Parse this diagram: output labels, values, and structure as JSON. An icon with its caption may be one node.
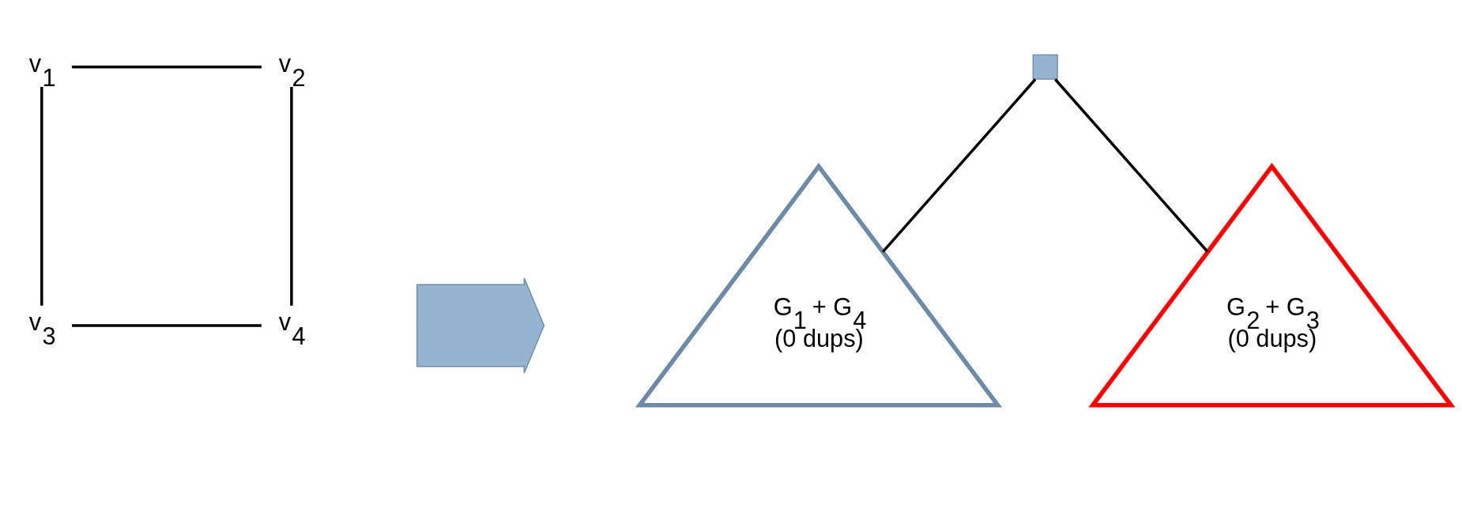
{
  "diagram": {
    "nodes": [
      {
        "text": [
          "v$_{1}$"
        ]
      },
      {
        "text": [
          "v$_{2}$"
        ]
      },
      {
        "text": [
          "v$_{3}$"
        ]
      },
      {
        "text": [
          "v$_{4}$"
        ]
      },
      {
        "text": [],
        "shape": "box"
      },
      {
        "text": [
          "G$_{1}$ + G$_{4}$ (0 dups)"
        ]
      },
      {
        "text": [
          "G$_{2}$ + G$_{3}$ (0 dups)"
        ]
      },
      {
        "text": [],
        "shape": "arrow"
      }
    ],
    "edges": [
      {
        "from": 0,
        "to": 1,
        "arrow": "none"
      },
      {
        "from": 0,
        "to": 2,
        "arrow": "none"
      },
      {
        "from": 1,
        "to": 3,
        "arrow": "none"
      },
      {
        "from": 2,
        "to": 3,
        "arrow": "none"
      },
      {
        "from": 4,
        "to": 5,
        "arrow": "none"
      },
      {
        "from": 4,
        "to": 6,
        "arrow": "none"
      }
    ]
  }
}
